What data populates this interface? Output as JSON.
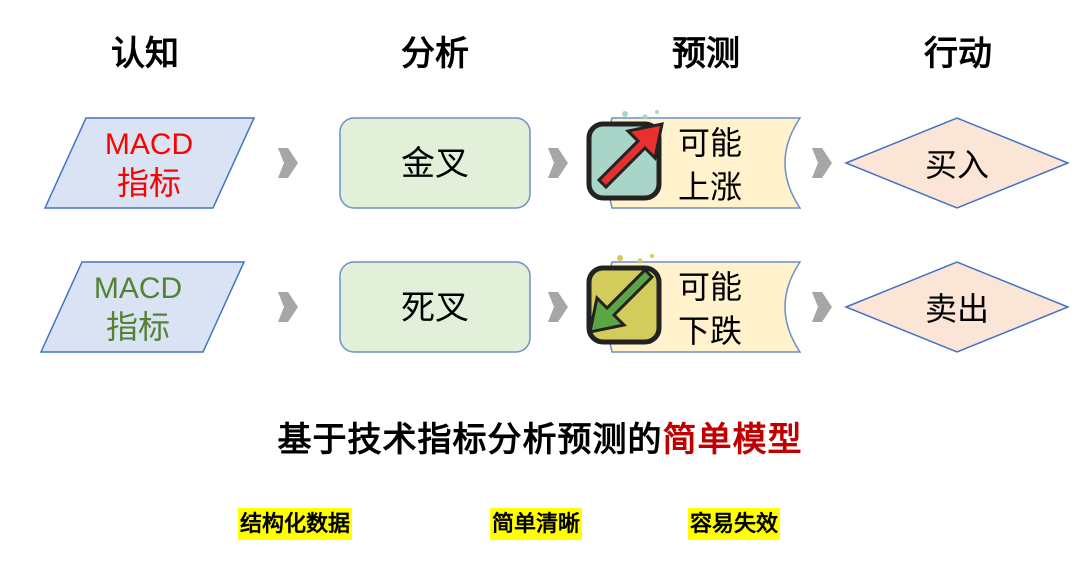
{
  "headers": [
    "认知",
    "分析",
    "预测",
    "行动"
  ],
  "rows": [
    {
      "indicator_line1": "MACD",
      "indicator_line2": "指标",
      "indicator_color": "#ff0000",
      "signal": "金叉",
      "prediction_line1": "可能",
      "prediction_line2": "上涨",
      "prediction_icon": "arrow-up-right-icon",
      "action": "买入"
    },
    {
      "indicator_line1": "MACD",
      "indicator_line2": "指标",
      "indicator_color": "#548235",
      "signal": "死叉",
      "prediction_line1": "可能",
      "prediction_line2": "下跌",
      "prediction_icon": "arrow-down-left-icon",
      "action": "卖出"
    }
  ],
  "title": {
    "main": "基于技术指标分析预测的",
    "highlight": "简单模型"
  },
  "tags": [
    "结构化数据",
    "简单清晰",
    "容易失效"
  ],
  "colors": {
    "parallelogram_fill": "#dae3f3",
    "parallelogram_stroke": "#4472c4",
    "rounded_fill": "#e2f0d9",
    "rounded_stroke": "#6d8fc7",
    "scroll_fill": "#fff2cc",
    "diamond_fill": "#fbe5d6",
    "arrow_gray": "#a6a6a6",
    "title_highlight": "#c00000",
    "tag_bg": "#ffff00",
    "icon_up_fill": "#a9d5c8",
    "icon_up_arrow": "#e8312f",
    "icon_down_fill": "#d1cc5c",
    "icon_down_arrow": "#5aa645"
  }
}
